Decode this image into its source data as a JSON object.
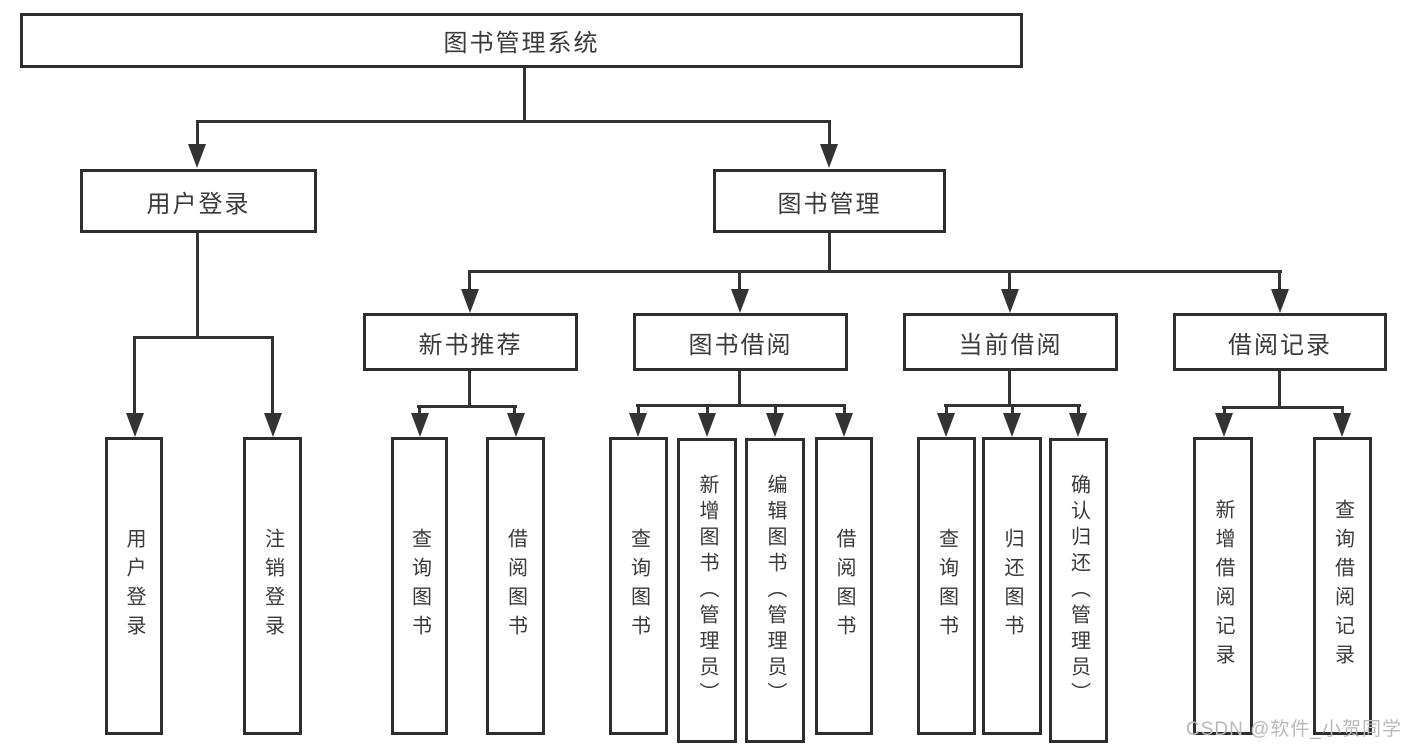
{
  "diagram": {
    "root": {
      "label": "图书管理系统"
    },
    "level2": [
      {
        "label": "用户登录"
      },
      {
        "label": "图书管理"
      }
    ],
    "level3": [
      {
        "label": "新书推荐"
      },
      {
        "label": "图书借阅"
      },
      {
        "label": "当前借阅"
      },
      {
        "label": "借阅记录"
      }
    ],
    "leaves": {
      "user_login": [
        "用户登录",
        "注销登录"
      ],
      "new_book": [
        "查询图书",
        "借阅图书"
      ],
      "book_borrow": [
        "查询图书",
        "新增图书（管理员）",
        "编辑图书（管理员）",
        "借阅图书"
      ],
      "current_borrow": [
        "查询图书",
        "归还图书",
        "确认归还（管理员）"
      ],
      "borrow_records": [
        "新增借阅记录",
        "查询借阅记录"
      ]
    },
    "watermark": "CSDN @软件_小贺同学",
    "colors": {
      "line": "#333333",
      "border": "#2e2e2e",
      "text": "#3a3a3a",
      "watermark": "#b9b9b9",
      "background": "#ffffff"
    }
  }
}
